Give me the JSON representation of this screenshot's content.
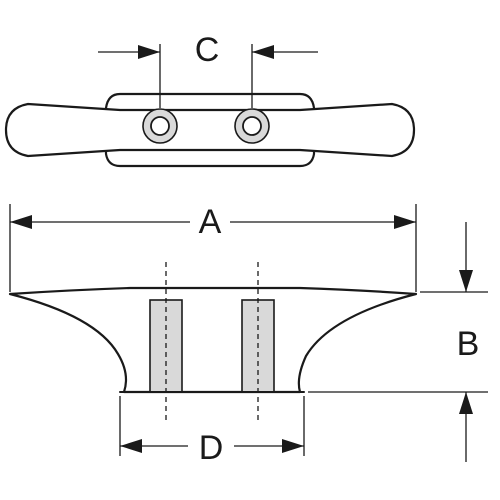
{
  "labels": {
    "c": "C",
    "a": "A",
    "b": "B",
    "d": "D"
  },
  "colors": {
    "line": "#1a1a1a",
    "shade": "#d9d9d9",
    "background": "#ffffff"
  }
}
